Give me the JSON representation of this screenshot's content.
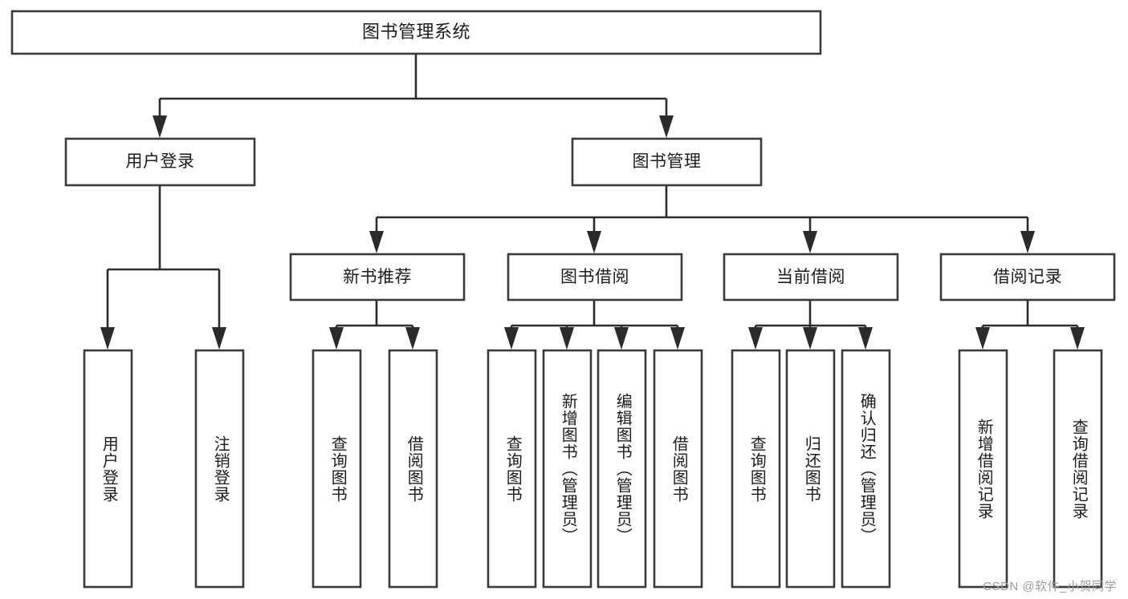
{
  "diagram": {
    "type": "tree",
    "title": "图书管理系统",
    "root": {
      "label": "图书管理系统"
    },
    "level2": [
      {
        "label": "用户登录"
      },
      {
        "label": "图书管理"
      }
    ],
    "level3": [
      {
        "label": "新书推荐"
      },
      {
        "label": "图书借阅"
      },
      {
        "label": "当前借阅"
      },
      {
        "label": "借阅记录"
      }
    ],
    "leaves": {
      "user_login": [
        {
          "label": "用户登录"
        },
        {
          "label": "注销登录"
        }
      ],
      "new_book_recommend": [
        {
          "label": "查询图书"
        },
        {
          "label": "借阅图书"
        }
      ],
      "book_borrow": [
        {
          "label": "查询图书"
        },
        {
          "label": "新增图书（管理员）"
        },
        {
          "label": "编辑图书（管理员）"
        },
        {
          "label": "借阅图书"
        }
      ],
      "current_borrow": [
        {
          "label": "查询图书"
        },
        {
          "label": "归还图书"
        },
        {
          "label": "确认归还（管理员）"
        }
      ],
      "borrow_record": [
        {
          "label": "新增借阅记录"
        },
        {
          "label": "查询借阅记录"
        }
      ]
    }
  },
  "watermark": {
    "text": "CSDN @软件_小贺同学"
  },
  "colors": {
    "box_stroke": "#3a3a3a",
    "connector": "#2b2b2b",
    "text": "#1c1c1c",
    "background": "#ffffff",
    "watermark": "#9b9b9b"
  }
}
